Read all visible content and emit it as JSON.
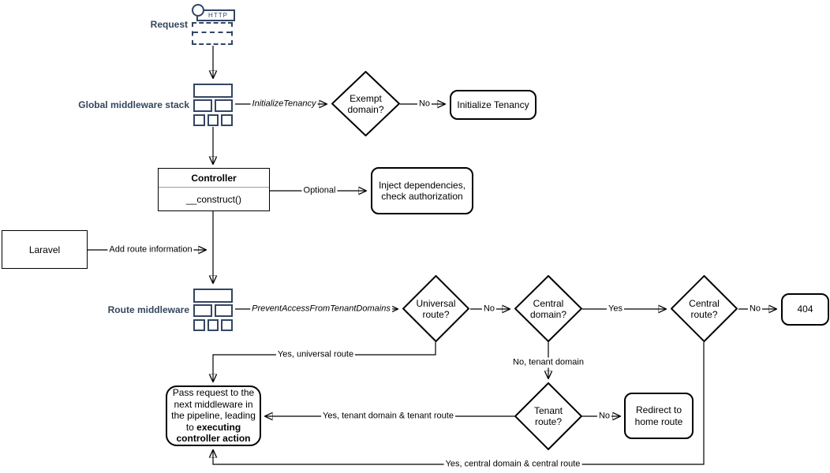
{
  "icons": {
    "http_label": "HTTP"
  },
  "nodes": {
    "request": {
      "label": "Request"
    },
    "global_middleware_stack": {
      "label": "Global middleware stack"
    },
    "route_middleware": {
      "label": "Route middleware"
    },
    "exempt_domain": {
      "label": "Exempt domain?"
    },
    "initialize_tenancy": {
      "label": "Initialize Tenancy"
    },
    "controller": {
      "title": "Controller",
      "method": "__construct()"
    },
    "inject_dependencies": {
      "label": "Inject dependencies, check authorization"
    },
    "laravel": {
      "label": "Laravel"
    },
    "universal_route": {
      "label": "Universal route?"
    },
    "central_domain": {
      "label": "Central domain?"
    },
    "central_route": {
      "label": "Central route?"
    },
    "tenant_route": {
      "label": "Tenant route?"
    },
    "not_found": {
      "label": "404"
    },
    "redirect_home": {
      "label": "Redirect to home route"
    },
    "pass_request": {
      "text": "Pass request to the next middleware in the pipeline, leading to ",
      "bold": "executing controller action"
    }
  },
  "edges": {
    "initialize_tenancy_middleware": "InitializeTenancy",
    "exempt_no": "No",
    "optional": "Optional",
    "add_route_information": "Add route information",
    "prevent_access_from_tenant_domains": "PreventAccessFromTenantDomains",
    "universal_no": "No",
    "central_domain_yes": "Yes",
    "central_route_no": "No",
    "yes_universal_route": "Yes, universal route",
    "no_tenant_domain": "No, tenant domain",
    "tenant_route_no": "No",
    "yes_tenant_domain_route": "Yes, tenant domain & tenant route",
    "yes_central_domain_route": "Yes, central domain & central route"
  },
  "colors": {
    "icon_navy": "#344563",
    "label_navy": "#33475b",
    "shape_stroke": "#000000",
    "background": "#ffffff"
  }
}
